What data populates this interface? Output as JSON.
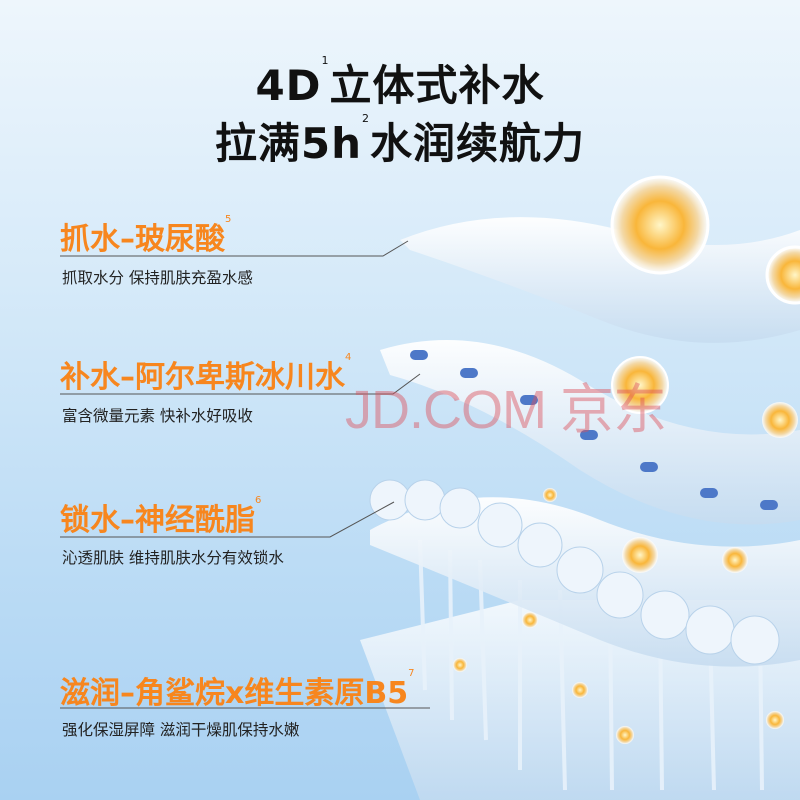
{
  "header": {
    "line1": {
      "text": "4D",
      "sup": "1",
      "rest": "立体式补水"
    },
    "line2": {
      "text": "拉满5h",
      "sup": "2",
      "rest": "水润续航力"
    }
  },
  "features": [
    {
      "title": "抓水–玻尿酸",
      "sup": "5",
      "desc": "抓取水分  保持肌肤充盈水感"
    },
    {
      "title": "补水–阿尔卑斯冰川水",
      "sup": "4",
      "desc": "富含微量元素  快补水好吸收"
    },
    {
      "title": "锁水–神经酰脂",
      "sup": "6",
      "desc": "沁透肌肤  维持肌肤水分有效锁水"
    },
    {
      "title": "滋润–角鲨烷x维生素原B5",
      "sup": "7",
      "desc": "强化保湿屏障  滋润干燥肌保持水嫩"
    }
  ],
  "watermark": "JD.COM 京东",
  "colors": {
    "accent": "#f7861e",
    "text": "#222222"
  }
}
